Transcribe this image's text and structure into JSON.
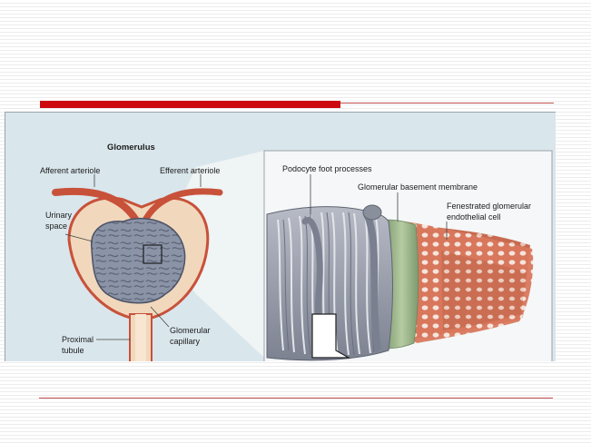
{
  "colors": {
    "accent_red": "#cc0a10",
    "thin_red": "#c0504d",
    "figure_bg": "#d9e6ec",
    "inset_bg": "#f5f7f8",
    "arteriole": "#c8513a",
    "glomerulus": "#8b93a7",
    "capsule": "#f1d8bd",
    "endothelium": "#d9785d",
    "basement_membrane": "#9cb58a",
    "podocyte": "#9da2af"
  },
  "diagram": {
    "title": "Glomerulus",
    "labels": {
      "afferent": "Afferent arteriole",
      "efferent": "Efferent arteriole",
      "urinary_1": "Urinary",
      "urinary_2": "space",
      "capillary_1": "Glomerular",
      "capillary_2": "capillary",
      "proximal_1": "Proximal",
      "proximal_2": "tubule",
      "podocyte": "Podocyte foot processes",
      "basement": "Glomerular basement membrane",
      "fenestrated_1": "Fenestrated glomerular",
      "fenestrated_2": "endothelial cell"
    }
  }
}
